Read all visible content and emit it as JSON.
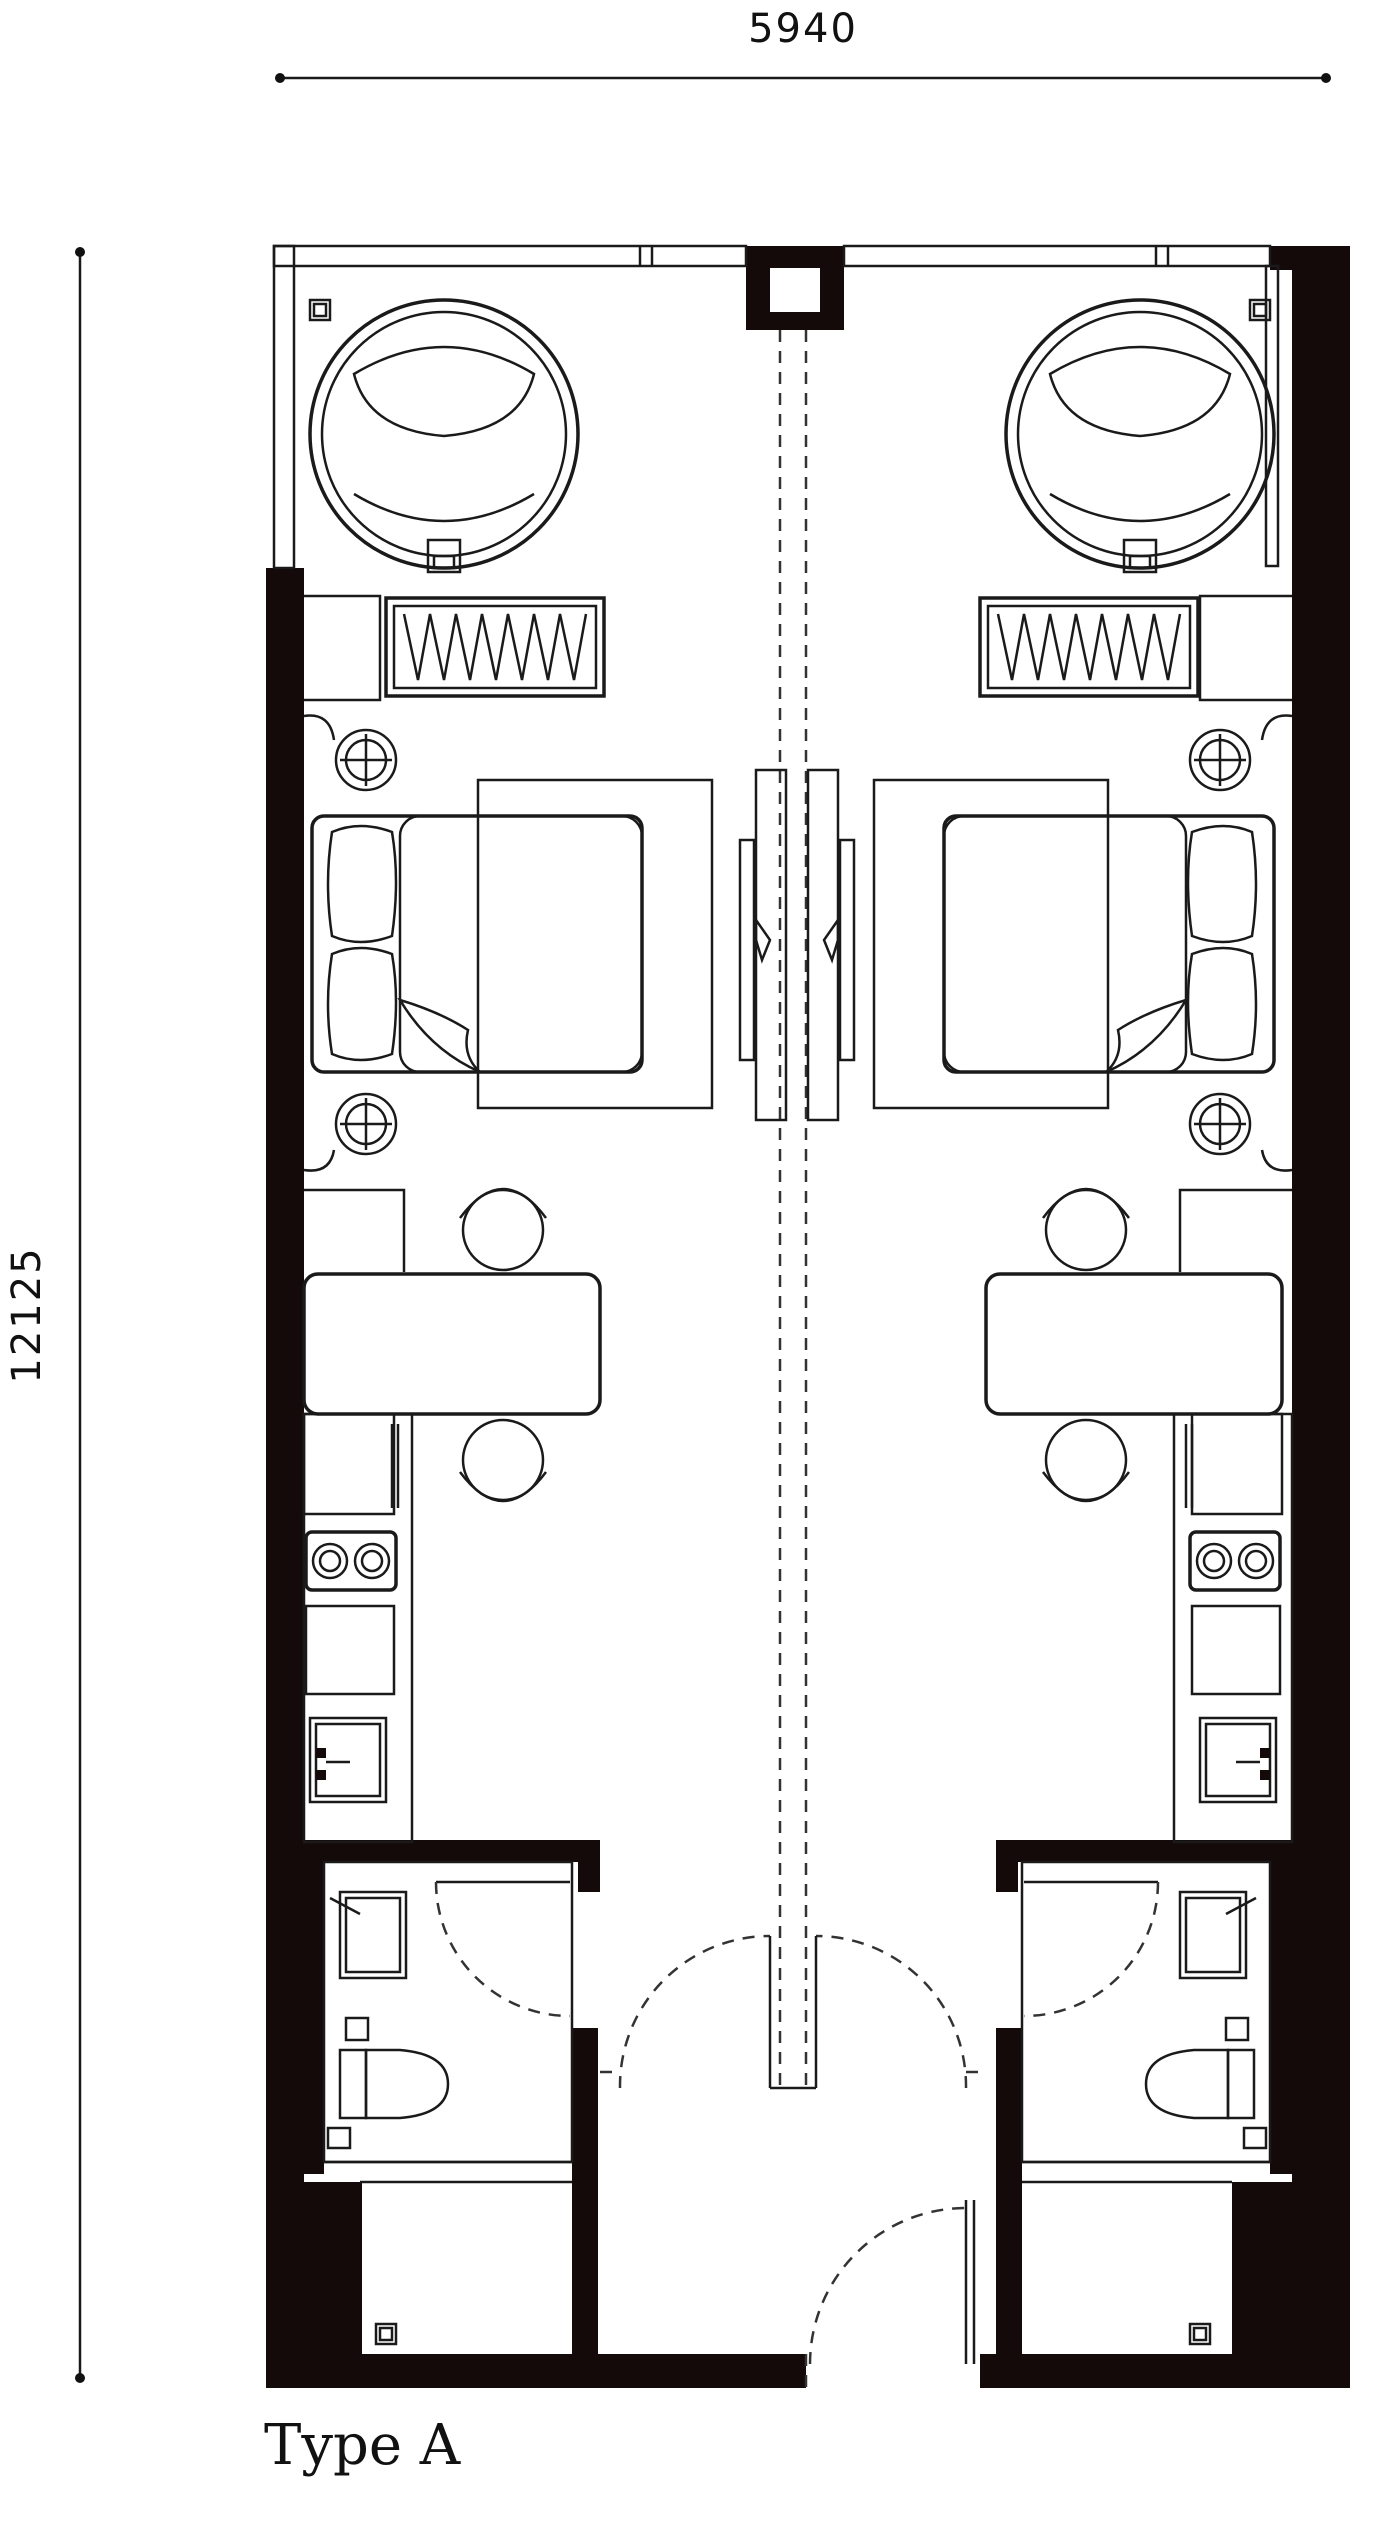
{
  "dimensions": {
    "width_label": "5940",
    "height_label": "12125"
  },
  "plan": {
    "caption": "Type A"
  },
  "colors": {
    "wall": "#140a0a",
    "line": "#1a1a1a",
    "background": "#ffffff"
  }
}
